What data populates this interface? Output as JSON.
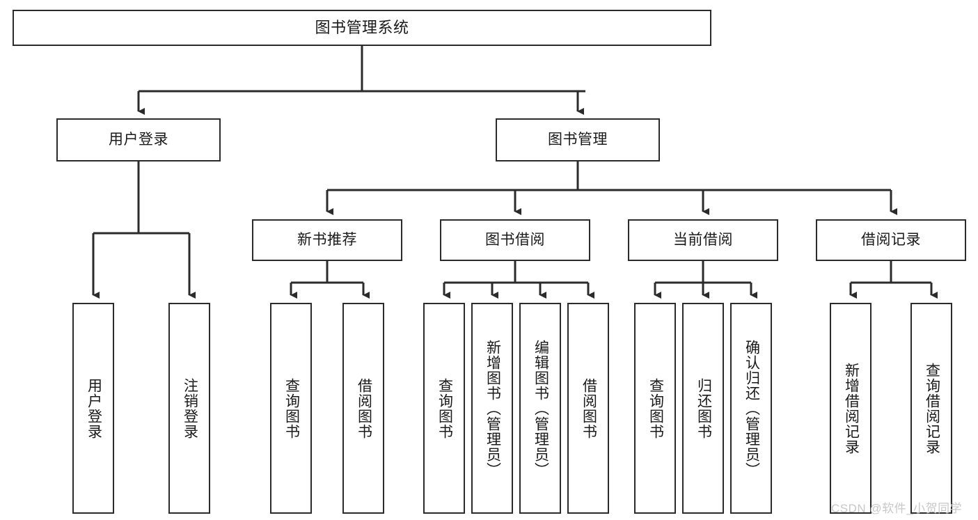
{
  "diagram": {
    "title": "图书管理系统",
    "watermark": "CSDN @软件_小贺同学",
    "colors": {
      "box_border": "#2b2b2b",
      "box_fill": "#ffffff",
      "edge": "#2b2b2b",
      "text": "#1a1a1a",
      "watermark": "#c8c8c8"
    },
    "nodes": {
      "root": {
        "label": "图书管理系统"
      },
      "level2": [
        {
          "label": "用户登录"
        },
        {
          "label": "图书管理"
        }
      ],
      "level3": [
        {
          "label": "新书推荐"
        },
        {
          "label": "图书借阅"
        },
        {
          "label": "当前借阅"
        },
        {
          "label": "借阅记录"
        }
      ],
      "leaves_user_login": [
        {
          "label": "用户登录"
        },
        {
          "label": "注销登录"
        }
      ],
      "leaves_new_book": [
        {
          "label": "查询图书"
        },
        {
          "label": "借阅图书"
        }
      ],
      "leaves_borrow": [
        {
          "label": "查询图书"
        },
        {
          "label": "新增图书（管理员）"
        },
        {
          "label": "编辑图书（管理员）"
        },
        {
          "label": "借阅图书"
        }
      ],
      "leaves_current": [
        {
          "label": "查询图书"
        },
        {
          "label": "归还图书"
        },
        {
          "label": "确认归还（管理员）"
        }
      ],
      "leaves_records": [
        {
          "label": "新增借阅记录"
        },
        {
          "label": "查询借阅记录"
        }
      ]
    }
  }
}
